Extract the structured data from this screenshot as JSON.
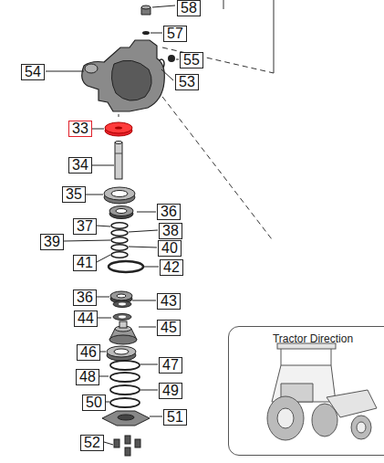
{
  "diagram": {
    "nodes": [
      {
        "text": [
          "58"
        ]
      },
      {
        "text": [
          "57"
        ]
      },
      {
        "text": [
          "55"
        ]
      },
      {
        "text": [
          "54"
        ]
      },
      {
        "text": [
          "53"
        ]
      },
      {
        "text": [
          "33"
        ]
      },
      {
        "text": [
          "34"
        ]
      },
      {
        "text": [
          "35"
        ]
      },
      {
        "text": [
          "36"
        ]
      },
      {
        "text": [
          "37"
        ]
      },
      {
        "text": [
          "38"
        ]
      },
      {
        "text": [
          "39"
        ]
      },
      {
        "text": [
          "40"
        ]
      },
      {
        "text": [
          "41"
        ]
      },
      {
        "text": [
          "42"
        ]
      },
      {
        "text": [
          "36"
        ]
      },
      {
        "text": [
          "43"
        ]
      },
      {
        "text": [
          "44"
        ]
      },
      {
        "text": [
          "45"
        ]
      },
      {
        "text": [
          "46"
        ]
      },
      {
        "text": [
          "47"
        ]
      },
      {
        "text": [
          "48"
        ]
      },
      {
        "text": [
          "49"
        ]
      },
      {
        "text": [
          "50"
        ]
      },
      {
        "text": [
          "51"
        ]
      },
      {
        "text": [
          "52"
        ]
      },
      {
        "text": [
          "Tractor Direction"
        ]
      }
    ]
  }
}
